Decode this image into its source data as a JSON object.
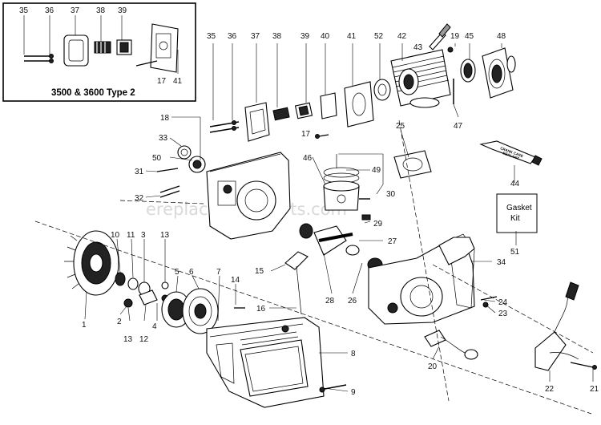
{
  "inset": {
    "title": "3500 & 3600 Type 2"
  },
  "gasket_box": {
    "label_line1": "Gasket",
    "label_line2": "Kit"
  },
  "sealant_tube": {
    "line1": "CRANK CASE",
    "line2": "SEALANT"
  },
  "watermark": "ereplacementparts.com",
  "callouts": {
    "c1": "1",
    "c2": "2",
    "c3": "3",
    "c4": "4",
    "c5": "5",
    "c6": "6",
    "c7": "7",
    "c8": "8",
    "c9": "9",
    "c10": "10",
    "c11": "11",
    "c12": "12",
    "c13a": "13",
    "c13b": "13",
    "c14": "14",
    "c15": "15",
    "c16": "16",
    "c17": "17",
    "c18": "18",
    "c19": "19",
    "c20": "20",
    "c21": "21",
    "c22": "22",
    "c23": "23",
    "c24": "24",
    "c25": "25",
    "c26": "26",
    "c27": "27",
    "c28": "28",
    "c29": "29",
    "c30": "30",
    "c31": "31",
    "c32": "32",
    "c33": "33",
    "c34": "34",
    "c35": "35",
    "c36": "36",
    "c37": "37",
    "c38": "38",
    "c39": "39",
    "c40": "40",
    "c41": "41",
    "c42": "42",
    "c43": "43",
    "c44": "44",
    "c45": "45",
    "c46": "46",
    "c47": "47",
    "c48": "48",
    "c49": "49",
    "c50": "50",
    "c51": "51",
    "c52": "52"
  },
  "inset_callouts": {
    "i35": "35",
    "i36": "36",
    "i37": "37",
    "i38": "38",
    "i39": "39",
    "i17": "17",
    "i41": "41"
  }
}
